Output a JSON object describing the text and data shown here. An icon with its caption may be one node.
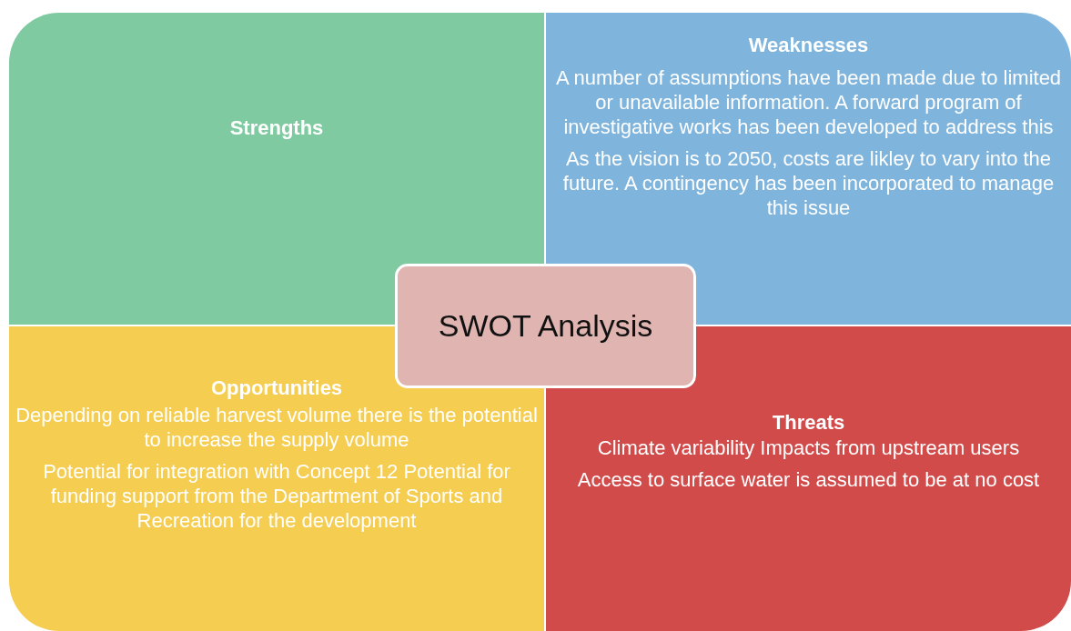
{
  "diagram": {
    "nodes": [
      {
        "text": [
          "Strengths"
        ]
      },
      {
        "text": [
          "Weaknesses",
          "A number of assumptions have been made due to limited or unavailable information. A forward program of investigative works has been developed to address this",
          "As the vision is to 2050, costs are likley to vary into the future. A contingency has been incorporated to manage this issue"
        ]
      },
      {
        "text": [
          "Opportunities",
          "Depending on reliable harvest volume there is the potential to increase the supply volume",
          "Potential for integration with Concept 12 Potential for funding support from the Department of Sports and Recreation for the development"
        ]
      },
      {
        "text": [
          "Threats",
          "Climate variability Impacts from upstream users",
          "Access to surface water is assumed to be at no cost"
        ]
      },
      {
        "text": [
          "SWOT Analysis"
        ]
      }
    ]
  }
}
